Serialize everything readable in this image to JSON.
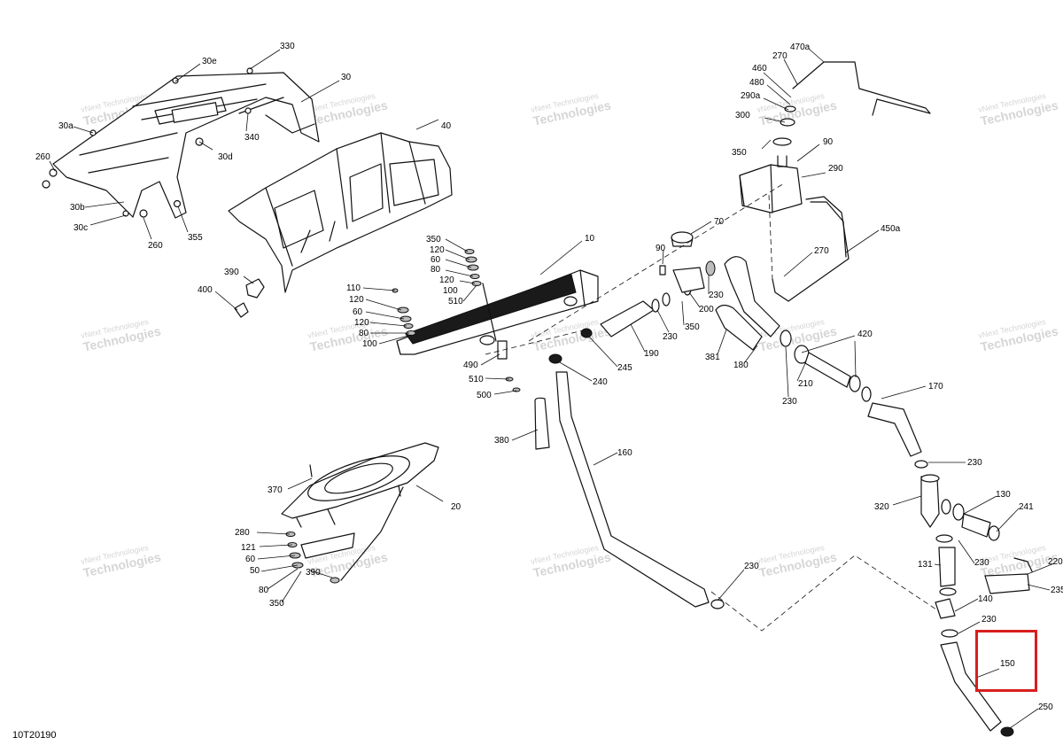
{
  "figure_id": "10T20190",
  "watermark": {
    "line1": "vNext Technologies",
    "line2": "Technologies"
  },
  "highlight": {
    "color": "#d81e1e",
    "part": "150"
  },
  "callouts": [
    "330",
    "30e",
    "30",
    "30a",
    "260",
    "30d",
    "340",
    "30b",
    "30c",
    "260",
    "355",
    "40",
    "390",
    "400",
    "350",
    "120",
    "60",
    "80",
    "120",
    "100",
    "510",
    "10",
    "110",
    "120",
    "60",
    "120",
    "80",
    "100",
    "490",
    "510",
    "500",
    "245",
    "240",
    "380",
    "160",
    "190",
    "230",
    "350",
    "200",
    "70",
    "90",
    "230",
    "381",
    "180",
    "210",
    "420",
    "230",
    "170",
    "230",
    "320",
    "130",
    "241",
    "131",
    "230",
    "220",
    "235",
    "140",
    "230",
    "150",
    "250",
    "230",
    "470a",
    "270",
    "460",
    "480",
    "290a",
    "300",
    "350",
    "90",
    "290",
    "270",
    "450a",
    "370",
    "20",
    "280",
    "121",
    "60",
    "50",
    "80",
    "390",
    "350"
  ]
}
